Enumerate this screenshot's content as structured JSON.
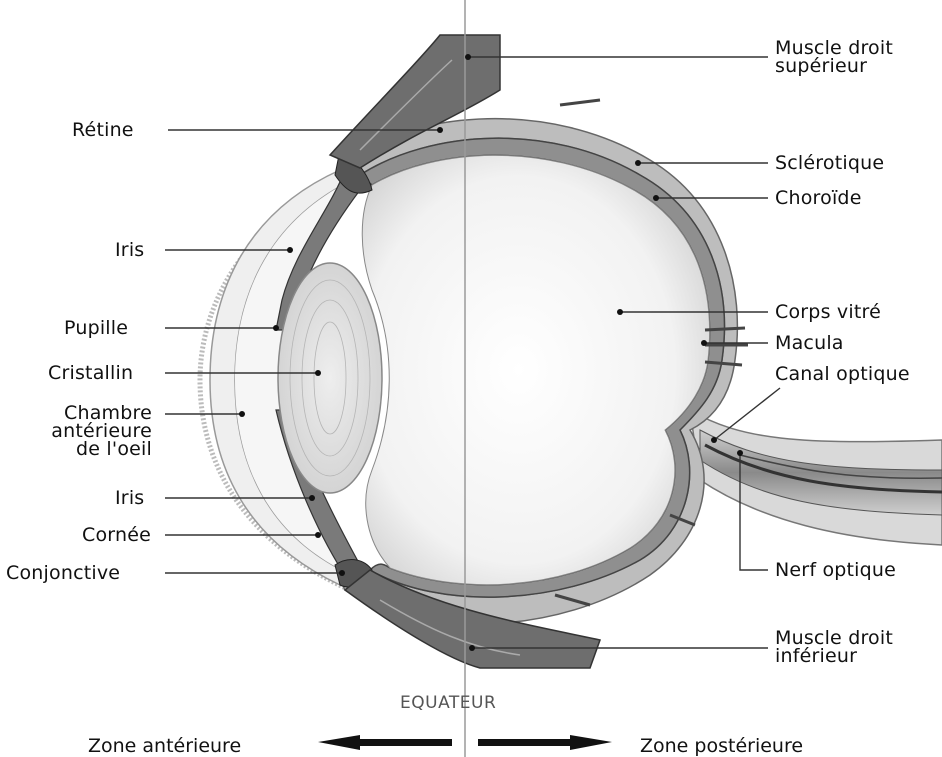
{
  "labels_left": {
    "retine": "Rétine",
    "iris_top": "Iris",
    "pupille": "Pupille",
    "cristallin": "Cristallin",
    "chambre": [
      "Chambre",
      "antérieure",
      "de l'oeil"
    ],
    "iris_bottom": "Iris",
    "cornee": "Cornée",
    "conjonctive": "Conjonctive"
  },
  "labels_right": {
    "muscle_sup": [
      "Muscle droit",
      "supérieur"
    ],
    "sclerotique": "Sclérotique",
    "choroide": "Choroïde",
    "corps_vitre": "Corps vitré",
    "macula": "Macula",
    "canal_optique": "Canal optique",
    "nerf_optique": "Nerf optique",
    "muscle_inf": [
      "Muscle droit",
      "inférieur"
    ]
  },
  "equator": "EQUATEUR",
  "zones": {
    "anterior": "Zone antérieure",
    "posterior": "Zone postérieure"
  }
}
